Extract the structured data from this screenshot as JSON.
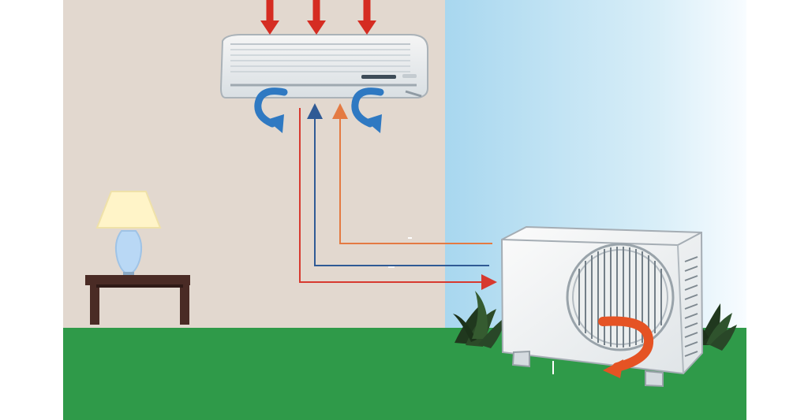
{
  "colors": {
    "wall": "#e2d8cf",
    "sky_top": "#a7d6ef",
    "sky_bottom": "#f6fbfe",
    "grass": "#2f9a49",
    "hot_line": "#d7392f",
    "cold_line": "#2f5a95",
    "warm_line": "#e47a42",
    "air_arrow_hot": "#d52c22",
    "air_arrow_cool": "#2f79c2",
    "outdoor_flow": "#e55324"
  },
  "scene": {
    "indoor_unit": "split-ac-indoor-unit",
    "outdoor_unit": "split-ac-outdoor-unit",
    "furniture": [
      "table-lamp",
      "side-table"
    ],
    "plants": [
      "left-shrub",
      "right-shrub"
    ]
  }
}
